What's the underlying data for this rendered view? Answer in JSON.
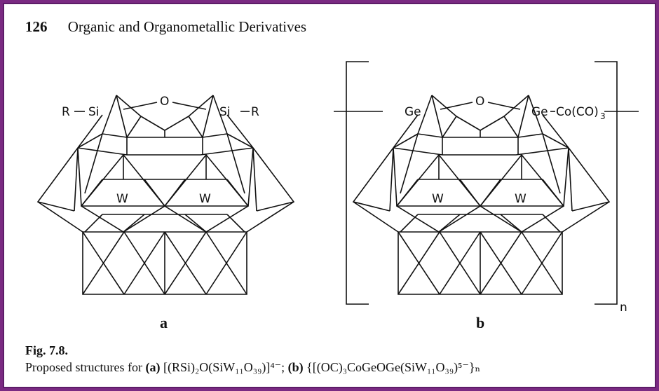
{
  "header": {
    "page_number": "126",
    "running_title": "Organic and Organometallic Derivatives"
  },
  "figure": {
    "label": "Fig. 7.8.",
    "caption": {
      "intro": "Proposed structures for ",
      "part_a_tag": "(a)",
      "part_a_formula": "[(RSi)₂O(SiW₁₁O₃₉)]⁴⁻;",
      "part_b_tag": "(b)",
      "part_b_formula": "{[(OC)₃CoGeOGe(SiW₁₁O₃₉)⁵⁻}ₙ"
    },
    "panel_a": {
      "letter": "a",
      "labels": {
        "left_R": "R",
        "left_Si": "Si",
        "bridge_O": "O",
        "right_Si": "Si",
        "right_R": "R",
        "left_W": "W",
        "right_W": "W"
      }
    },
    "panel_b": {
      "letter": "b",
      "labels": {
        "left_Ge": "Ge",
        "bridge_O": "O",
        "right_Ge": "Ge",
        "cobalt_group": "Co(CO)",
        "cobalt_sub": "3",
        "left_W": "W",
        "right_W": "W",
        "polymer_n": "n"
      }
    }
  }
}
